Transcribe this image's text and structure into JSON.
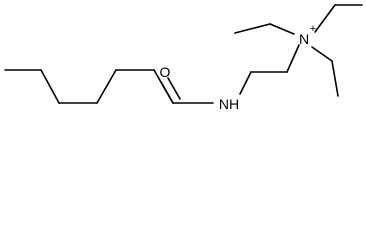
{
  "molecule": {
    "atoms": {
      "oxygen": "O",
      "amide_nitrogen": "NH",
      "ammonium_nitrogen": "N",
      "charge": "+"
    },
    "colors": {
      "bond": "#000000",
      "label": "#000000",
      "background": "#ffffff"
    }
  }
}
